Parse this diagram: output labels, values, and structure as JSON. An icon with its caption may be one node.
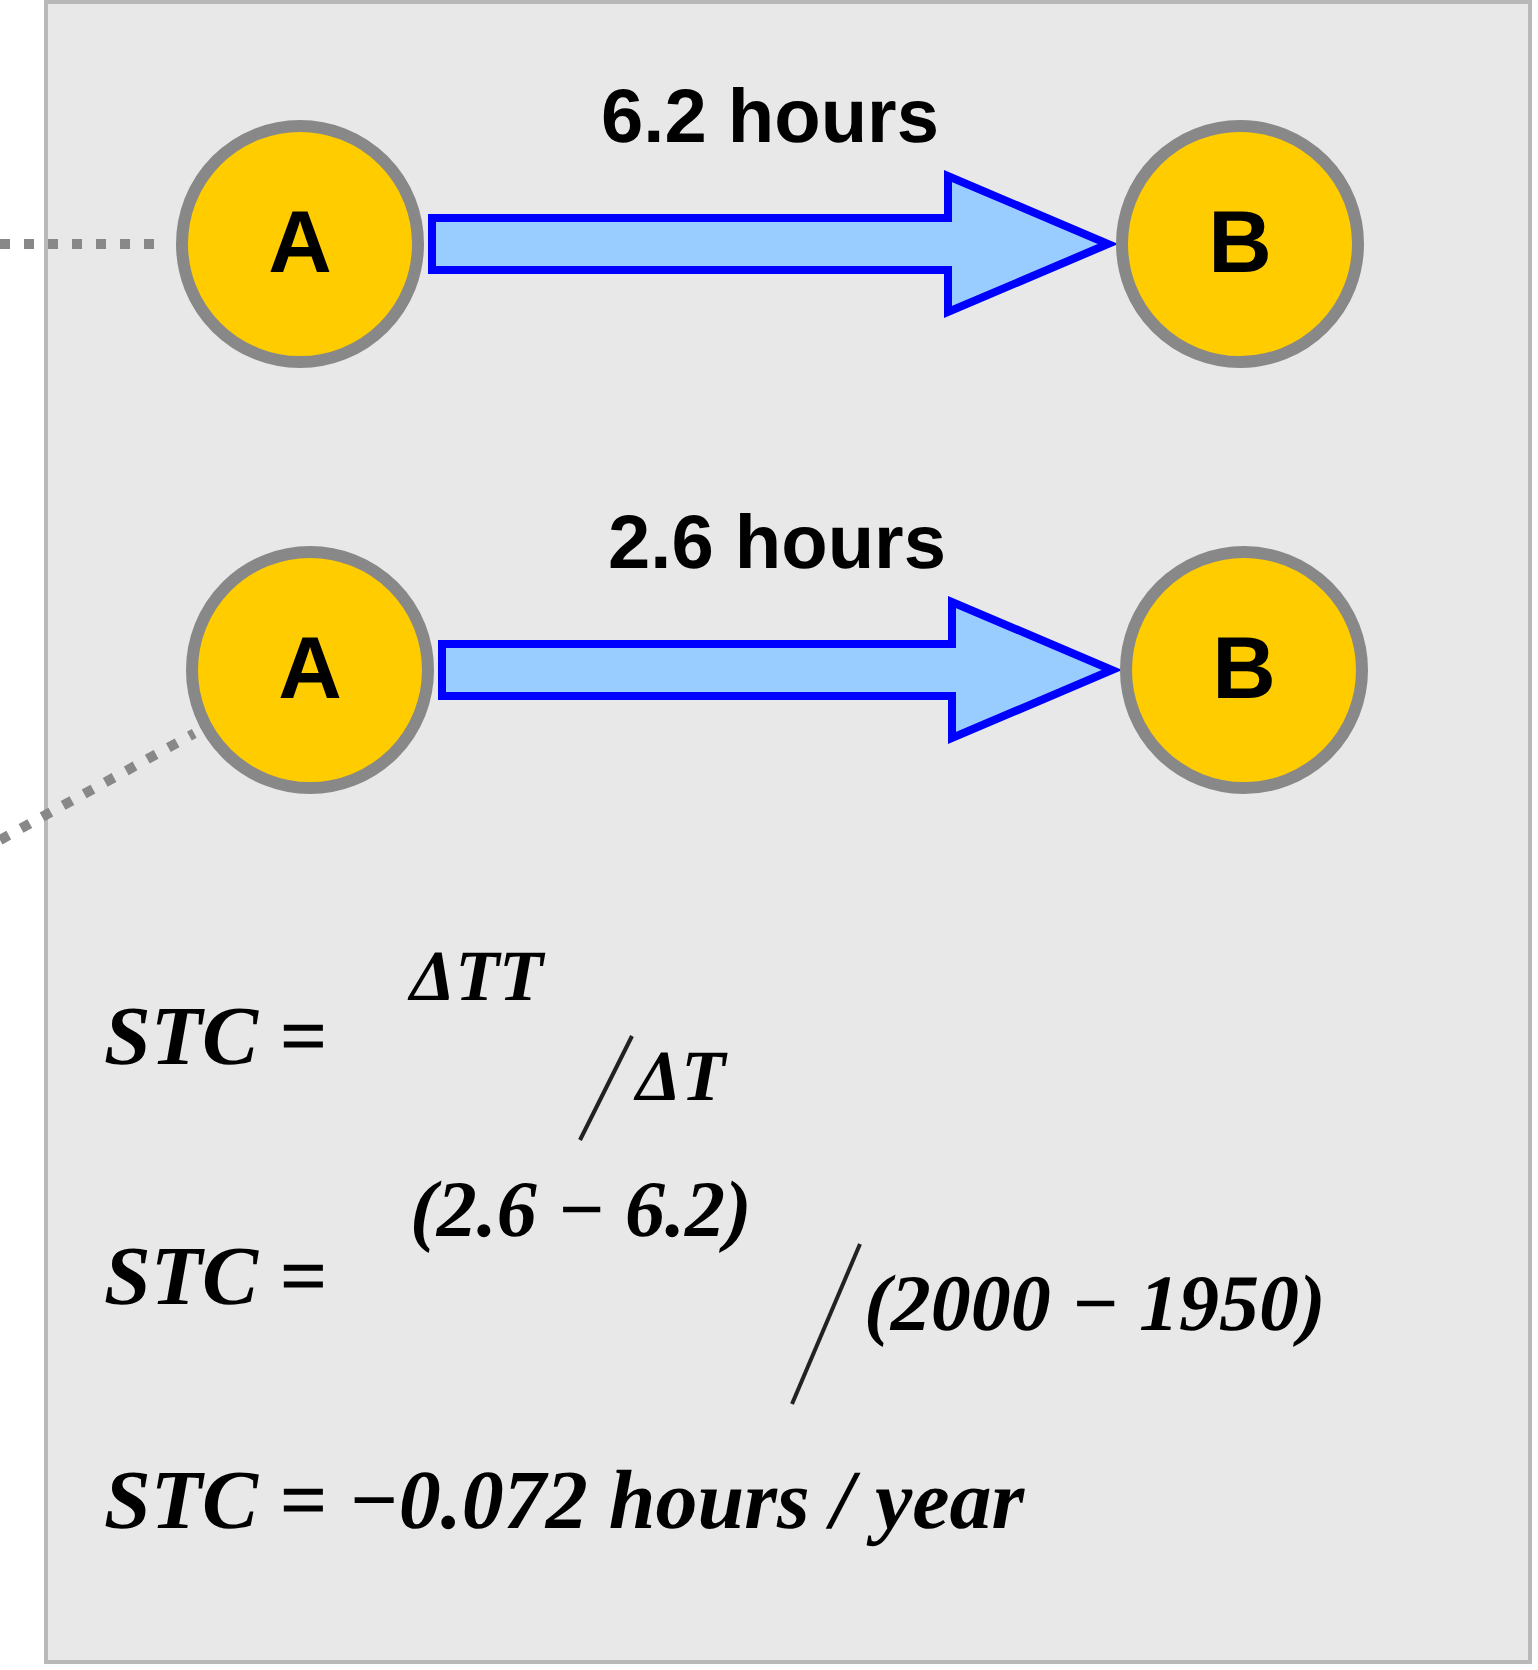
{
  "diagram": {
    "nodes": [
      {
        "text": [
          "A"
        ]
      },
      {
        "text": [
          "B"
        ]
      },
      {
        "text": [
          "A"
        ]
      },
      {
        "text": [
          "B"
        ]
      }
    ],
    "edges": [
      {
        "from": null,
        "to": 0,
        "arrow": "none",
        "style": "dashed",
        "color": "#888888"
      },
      {
        "from": 0,
        "to": 1,
        "arrow": "to",
        "label": "6.2 hours",
        "style": "thick"
      },
      {
        "from": null,
        "to": 2,
        "arrow": "none",
        "style": "dashed",
        "color": "#888888"
      },
      {
        "from": 2,
        "to": 3,
        "arrow": "to",
        "label": "2.6 hours",
        "style": "thick"
      }
    ],
    "labels": [
      "STC =",
      "ΔTT",
      "ΔT",
      "STC =",
      "(2.6 − 6.2)",
      "(2000 − 1950)",
      "STC = −0.072 hours / year"
    ]
  }
}
